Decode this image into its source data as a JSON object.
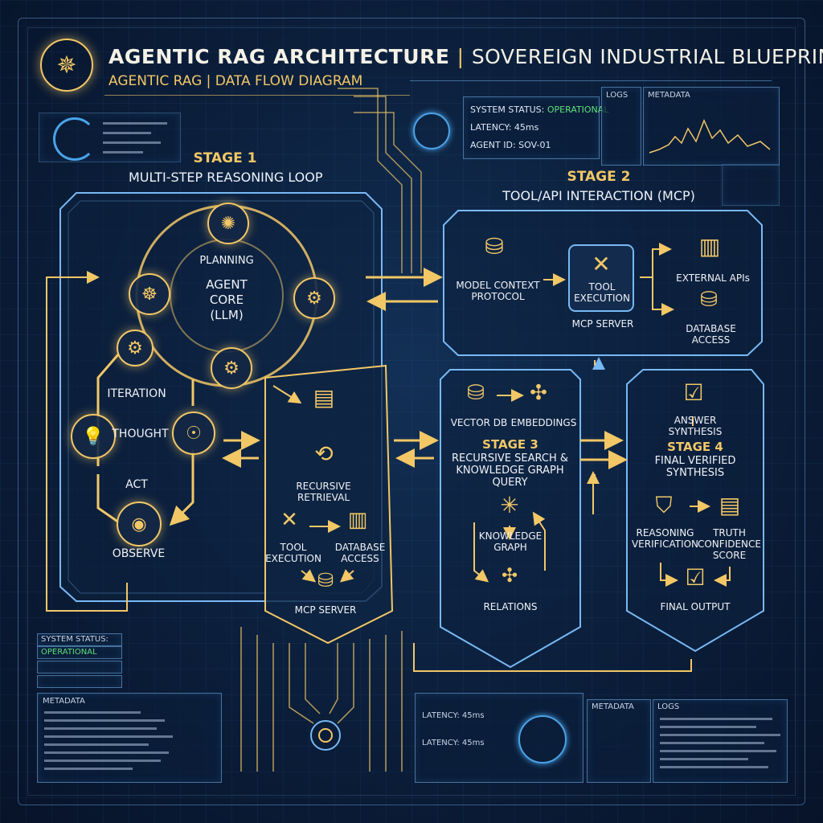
{
  "header": {
    "title_main": "AGENTIC RAG ARCHITECTURE",
    "title_sep": "|",
    "title_tail": "SOVEREIGN INDUSTRIAL BLUEPRINT",
    "subtitle": "AGENTIC RAG | DATA FLOW DIAGRAM"
  },
  "status_panel": {
    "status_label": "SYSTEM STATUS:",
    "status_value": "OPERATIONAL",
    "latency": "LATENCY: 45ms",
    "agent_id": "AGENT ID: SOV-01"
  },
  "top_right": {
    "logs_label": "LOGS",
    "metadata_label": "METADATA"
  },
  "stage1": {
    "label": "STAGE 1",
    "title": "MULTI-STEP REASONING LOOP",
    "core": "AGENT\nCORE\n(LLM)",
    "planning": "PLANNING",
    "iteration": "ITERATION",
    "thought": "THOUGHT",
    "act": "ACT",
    "observe": "OBSERVE"
  },
  "retrieval_box": {
    "recursive": "RECURSIVE\nRETRIEVAL",
    "tool_exec": "TOOL\nEXECUTION",
    "db_access": "DATABASE\nACCESS",
    "mcp_server": "MCP SERVER"
  },
  "stage2": {
    "label": "STAGE 2",
    "title": "TOOL/API INTERACTION (MCP)",
    "mcp": "MODEL CONTEXT\nPROTOCOL",
    "tool_exec": "TOOL\nEXECUTION",
    "mcp_server": "MCP SERVER",
    "external": "EXTERNAL APIs",
    "db_access": "DATABASE\nACCESS"
  },
  "stage3": {
    "vector_db": "VECTOR DB",
    "embeddings": "EMBEDDINGS",
    "label": "STAGE 3",
    "title": "RECURSIVE SEARCH &\nKNOWLEDGE GRAPH\nQUERY",
    "kg": "KNOWLEDGE\nGRAPH",
    "relations": "RELATIONS"
  },
  "stage4": {
    "answer": "ANSWER\nSYNTHESIS",
    "label": "STAGE 4",
    "title": "FINAL VERIFIED\nSYNTHESIS",
    "reasoning": "REASONING\nVERIFICATION",
    "truth": "TRUTH\nCONFIDENCE\nSCORE",
    "final": "FINAL OUTPUT"
  },
  "bottom_left": {
    "system_status": "SYSTEM STATUS:",
    "operational": "OPERATIONAL",
    "metadata": "METADATA"
  },
  "bottom_mid": {
    "latency1": "LATENCY: 45ms",
    "latency2": "LATENCY: 45ms"
  },
  "bottom_right": {
    "metadata": "METADATA",
    "logs": "LOGS"
  },
  "colors": {
    "gold": "#f2c766",
    "blue": "#78b9f5",
    "green": "#5fe07a",
    "bg": "#0b1e3a"
  }
}
